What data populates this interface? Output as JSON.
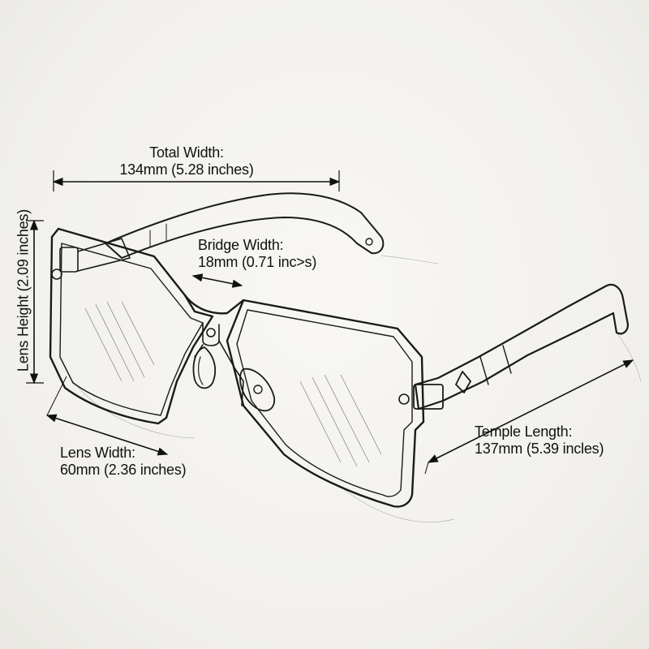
{
  "diagram": {
    "total_width": {
      "title": "Total Width:",
      "value": "134mm (5.28 inches)"
    },
    "bridge_width": {
      "title": "Bridge Width:",
      "value": "18mm (0.71 inc>s)"
    },
    "lens_height": {
      "text": "Lens Height (2.09 inches)"
    },
    "lens_width": {
      "title": "Lens Width:",
      "value": "60mm (2.36 inches)"
    },
    "temple_length": {
      "title": "Temple Length:",
      "value": "137mm (5.39 incles)"
    }
  }
}
